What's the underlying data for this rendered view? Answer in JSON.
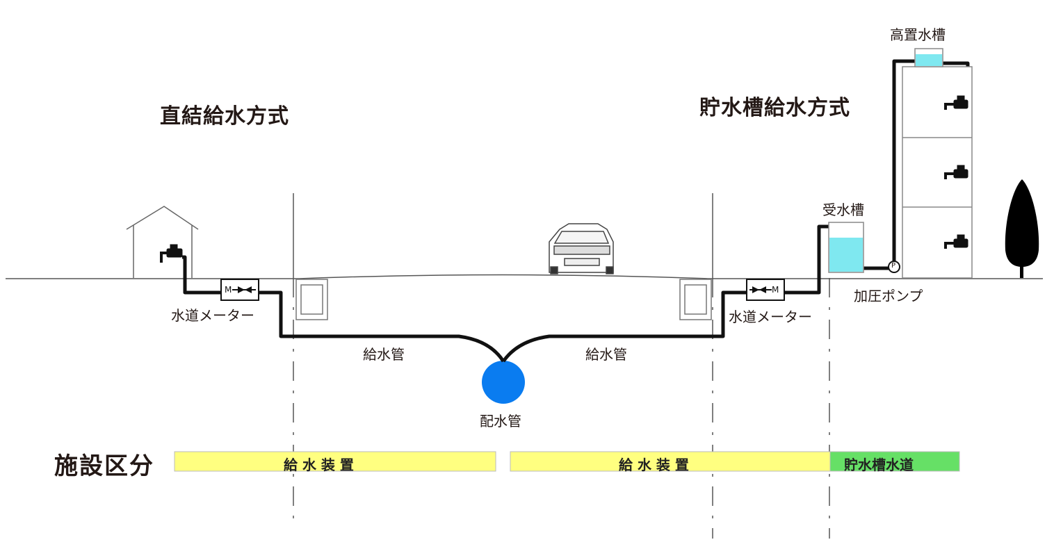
{
  "titles": {
    "direct": "直結給水方式",
    "tank": "貯水槽給水方式"
  },
  "labels": {
    "meter_left": "水道メーター",
    "meter_right": "水道メーター",
    "supply_pipe_left": "給水管",
    "supply_pipe_right": "給水管",
    "distribution_pipe": "配水管",
    "receiving_tank": "受水槽",
    "elevated_tank": "高置水槽",
    "pump": "加圧ポンプ",
    "pump_symbol": "P"
  },
  "facility": {
    "heading": "施設区分",
    "segments": [
      {
        "label": "給 水 装 置",
        "color": "#ffff80"
      },
      {
        "label": "給 水 装 置",
        "color": "#ffff80"
      },
      {
        "label": "貯水槽水道",
        "color": "#66e066"
      }
    ]
  },
  "colors": {
    "pipe": "#111111",
    "main_pipe": "#0080ff",
    "water": "#7fe8f0",
    "yellow_bar": "#ffff80",
    "green_bar": "#66e066"
  }
}
